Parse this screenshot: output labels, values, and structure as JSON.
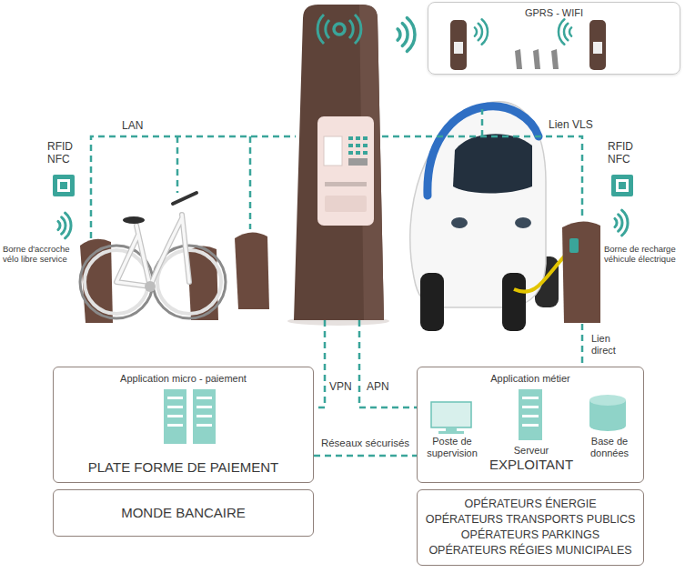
{
  "diagram": {
    "nodes": [
      {
        "text": [
          "GPRS - WIFI"
        ]
      },
      {
        "text": [
          "RFID NFC"
        ]
      },
      {
        "text": [
          "RFID NFC"
        ]
      },
      {
        "text": [
          "Application micro - paiement",
          "PLATE FORME DE PAIEMENT"
        ]
      },
      {
        "text": [
          "Application métier"
        ]
      },
      {
        "text": [
          "Poste de supervision"
        ],
        "in": 4
      },
      {
        "text": [
          "Serveur",
          "EXPLOITANT"
        ],
        "in": 4
      },
      {
        "text": [
          "Base de données"
        ],
        "in": 4
      },
      {
        "text": [
          "MONDE BANCAIRE"
        ]
      },
      {
        "text": [
          "OPÉRATEURS ÉNERGIE",
          "OPÉRATEURS TRANSPORTS PUBLICS",
          "OPÉRATEURS PARKINGS",
          "OPÉRATEURS RÉGIES MUNICIPALES"
        ]
      }
    ],
    "edges": [
      {
        "from": 3,
        "to": 4,
        "label": "Réseaux sécurisés",
        "arrow": "none"
      }
    ],
    "labels": [
      "LAN",
      "Lien VLS",
      "Borne d'accroche vélo libre service",
      "Borne de recharge véhicule électrique",
      "Lien direct",
      "VPN",
      "APN"
    ]
  }
}
